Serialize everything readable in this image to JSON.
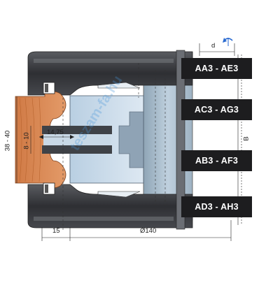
{
  "codes": [
    "AA3 - AE3",
    "AC3 - AG3",
    "AB3 - AF3",
    "AD3 - AH3"
  ],
  "dimensions": {
    "d": "d",
    "b": "B",
    "height_outer": "38 - 40",
    "height_inner": "8 - 10",
    "depth": "14,75",
    "offset": "15",
    "diameter": "Ø140"
  },
  "watermark": "teszam-fa.hu",
  "colors": {
    "steel_dark": "#3a3b3f",
    "steel_mid": "#6b6e74",
    "steel_light": "#a7b8c6",
    "blue_core": "#c6d9ea",
    "wood": "#d98a55",
    "label_bg": "#1d1d1f"
  },
  "icons": [
    "rotation-arrow-icon"
  ]
}
